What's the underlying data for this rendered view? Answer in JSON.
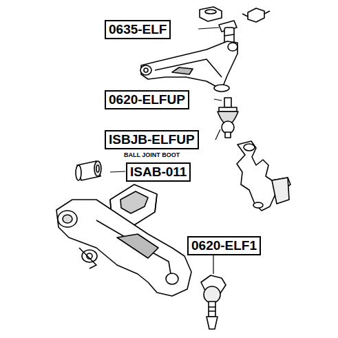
{
  "diagram": {
    "nodes": [
      {
        "text": [
          "0635-ELF"
        ]
      },
      {
        "text": [
          "0620-ELFUP"
        ]
      },
      {
        "text": [
          "ISBJB-ELFUP",
          "BALL JOINT BOOT"
        ]
      },
      {
        "text": [
          "ISAB-011"
        ]
      },
      {
        "text": [
          "0620-ELF1"
        ]
      }
    ]
  }
}
